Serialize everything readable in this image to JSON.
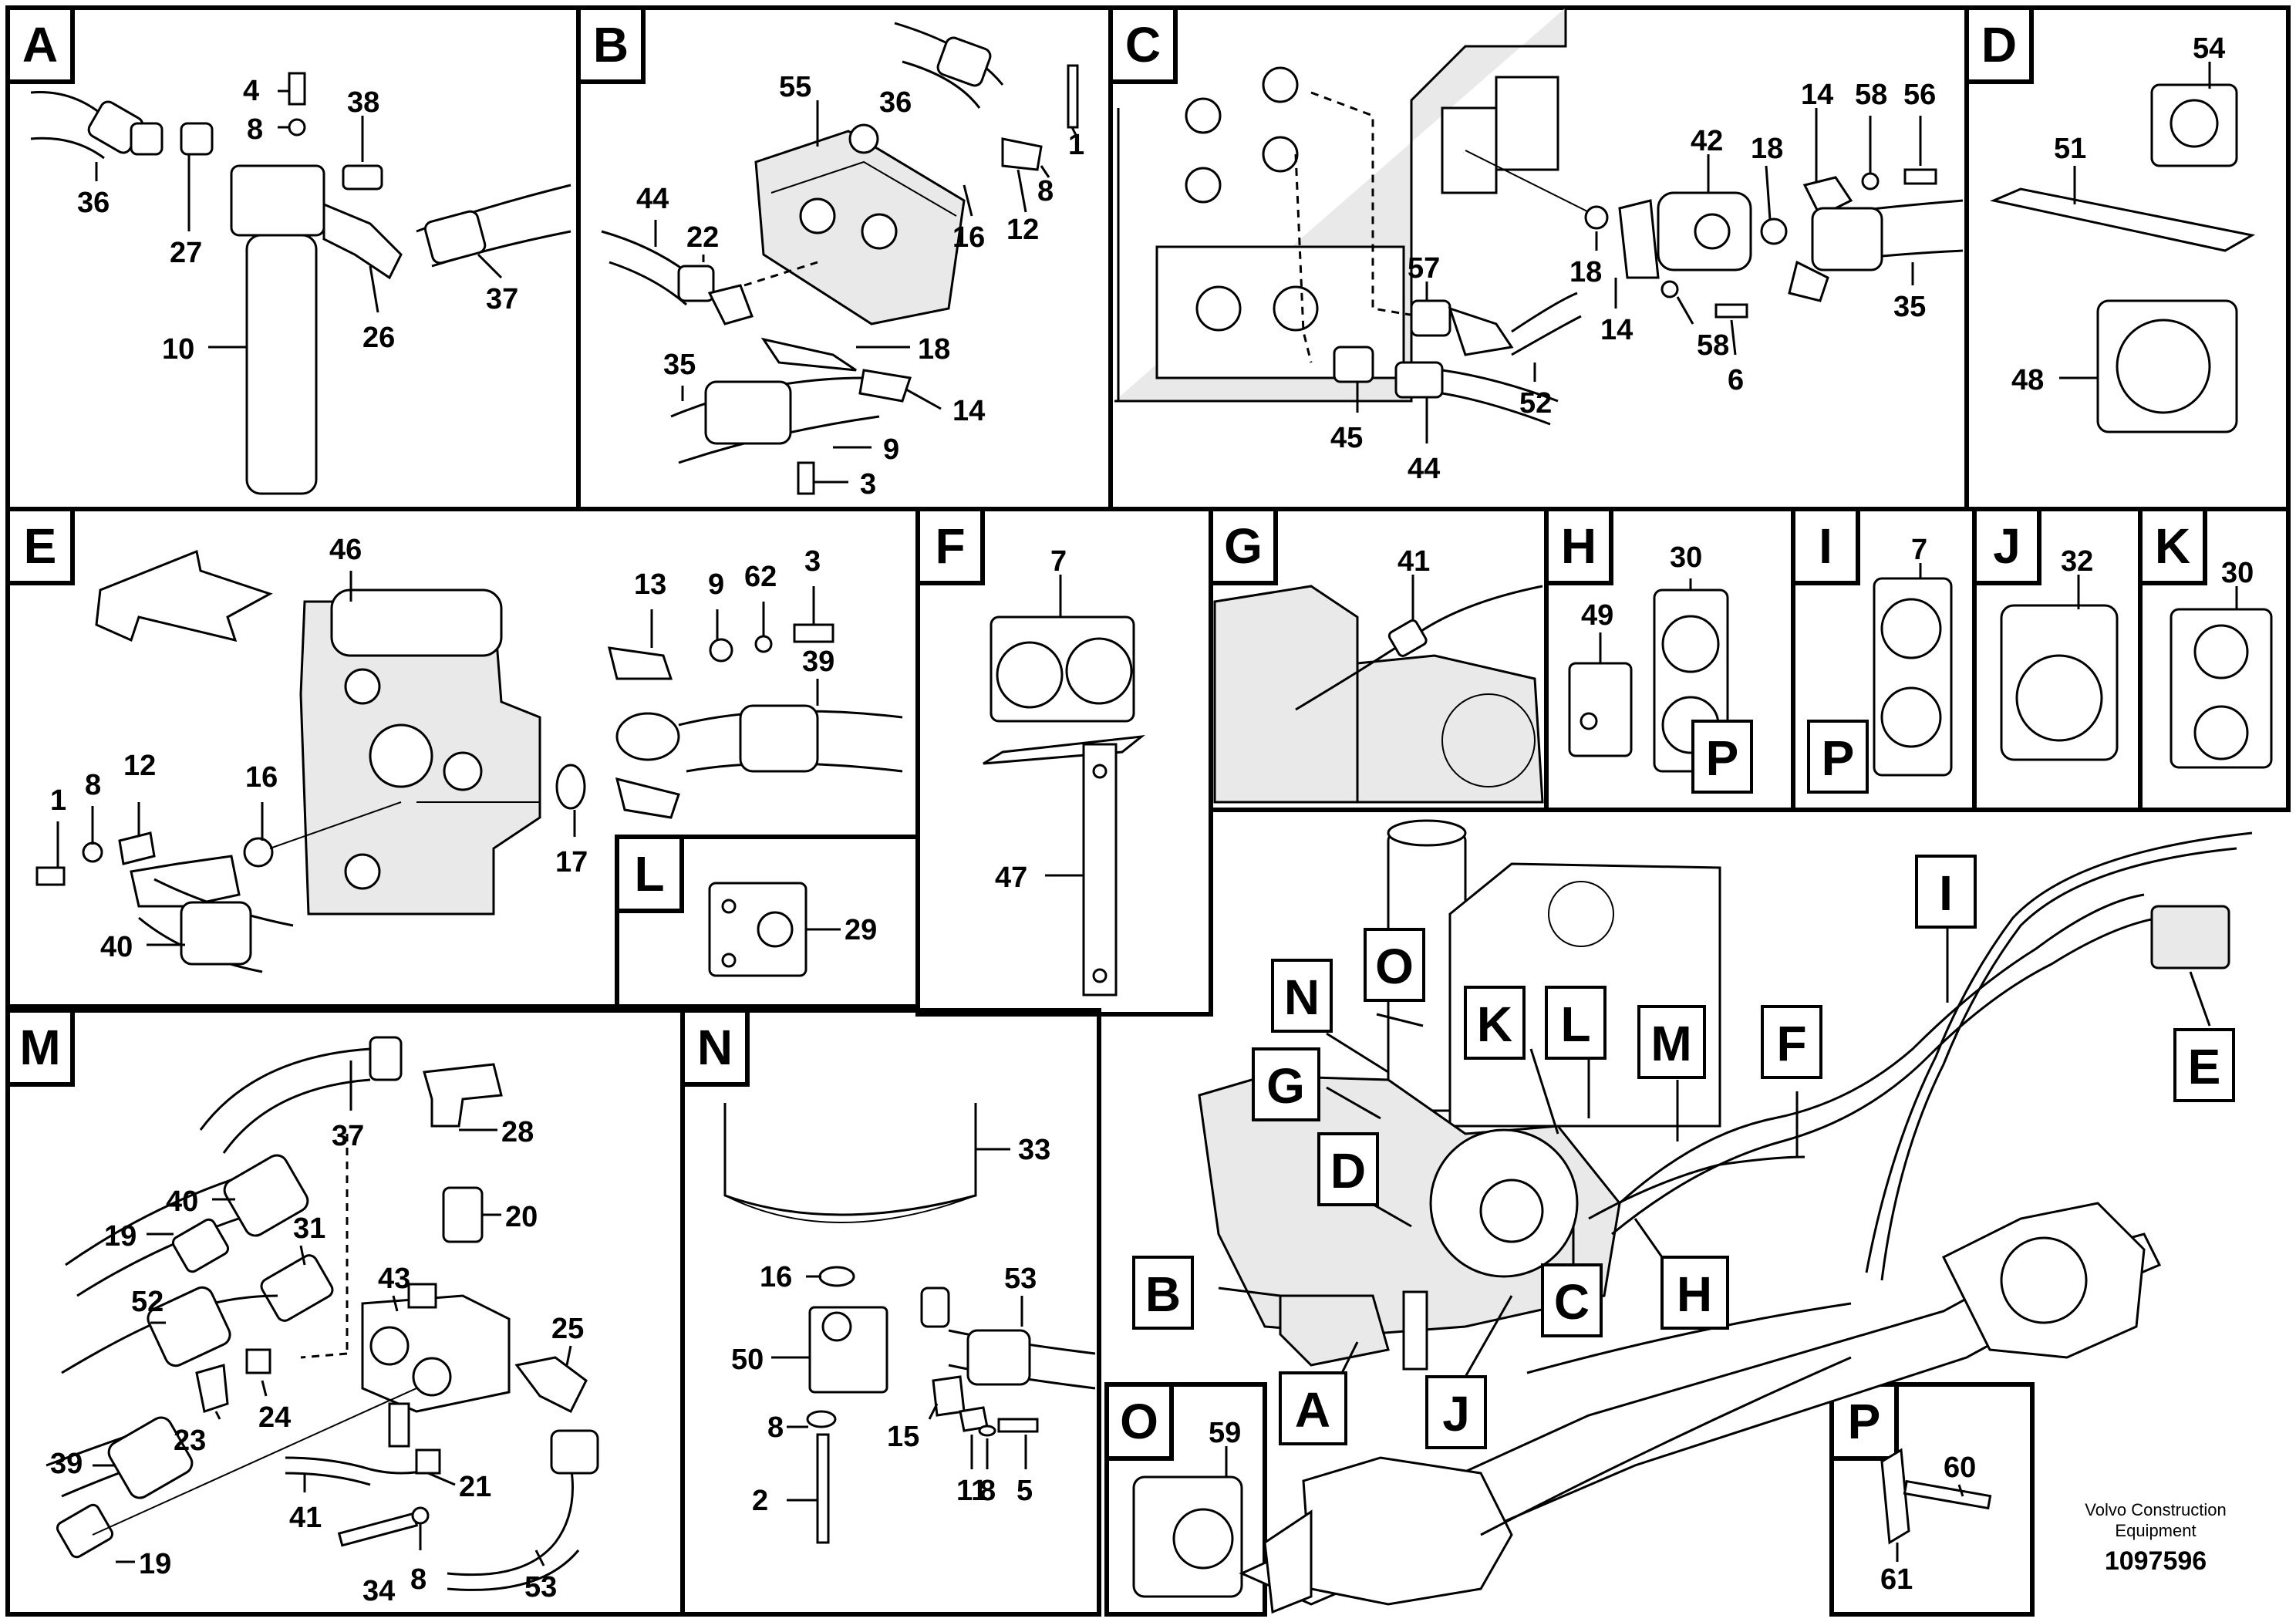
{
  "footer": {
    "brand": "Volvo Construction",
    "brand2": "Equipment",
    "number": "1097596"
  },
  "panels": {
    "A": {
      "letter": "A",
      "callouts": [
        "4",
        "8",
        "38",
        "36",
        "27",
        "37",
        "26",
        "10"
      ]
    },
    "B": {
      "letter": "B",
      "callouts": [
        "55",
        "36",
        "1",
        "8",
        "12",
        "16",
        "44",
        "22",
        "18",
        "35",
        "14",
        "9",
        "3"
      ]
    },
    "C": {
      "letter": "C",
      "callouts": [
        "14",
        "58",
        "56",
        "42",
        "18",
        "57",
        "18",
        "14",
        "58",
        "6",
        "35",
        "52",
        "45",
        "44"
      ]
    },
    "D": {
      "letter": "D",
      "callouts": [
        "54",
        "51",
        "48"
      ]
    },
    "E": {
      "letter": "E",
      "callouts": [
        "46",
        "13",
        "9",
        "62",
        "3",
        "39",
        "12",
        "1",
        "8",
        "16",
        "17",
        "40"
      ]
    },
    "F": {
      "letter": "F",
      "callouts": [
        "7",
        "47"
      ]
    },
    "G": {
      "letter": "G",
      "callouts": [
        "41"
      ]
    },
    "H": {
      "letter": "H",
      "callouts": [
        "30",
        "49"
      ],
      "sub": "P"
    },
    "I": {
      "letter": "I",
      "callouts": [
        "7"
      ],
      "sub": "P"
    },
    "J": {
      "letter": "J",
      "callouts": [
        "32"
      ]
    },
    "K": {
      "letter": "K",
      "callouts": [
        "30"
      ]
    },
    "L": {
      "letter": "L",
      "callouts": [
        "29"
      ]
    },
    "M": {
      "letter": "M",
      "callouts": [
        "37",
        "28",
        "40",
        "20",
        "19",
        "31",
        "43",
        "25",
        "52",
        "24",
        "23",
        "21",
        "39",
        "41",
        "53",
        "19",
        "34",
        "8"
      ]
    },
    "N": {
      "letter": "N",
      "callouts": [
        "33",
        "16",
        "53",
        "50",
        "8",
        "15",
        "11",
        "8",
        "5",
        "2"
      ]
    },
    "O": {
      "letter": "O",
      "callouts": [
        "59"
      ]
    },
    "P": {
      "letter": "P",
      "callouts": [
        "60",
        "61"
      ]
    }
  },
  "overview_labels": [
    "O",
    "N",
    "K",
    "L",
    "M",
    "F",
    "I",
    "E",
    "G",
    "D",
    "B",
    "C",
    "H",
    "A",
    "J"
  ]
}
